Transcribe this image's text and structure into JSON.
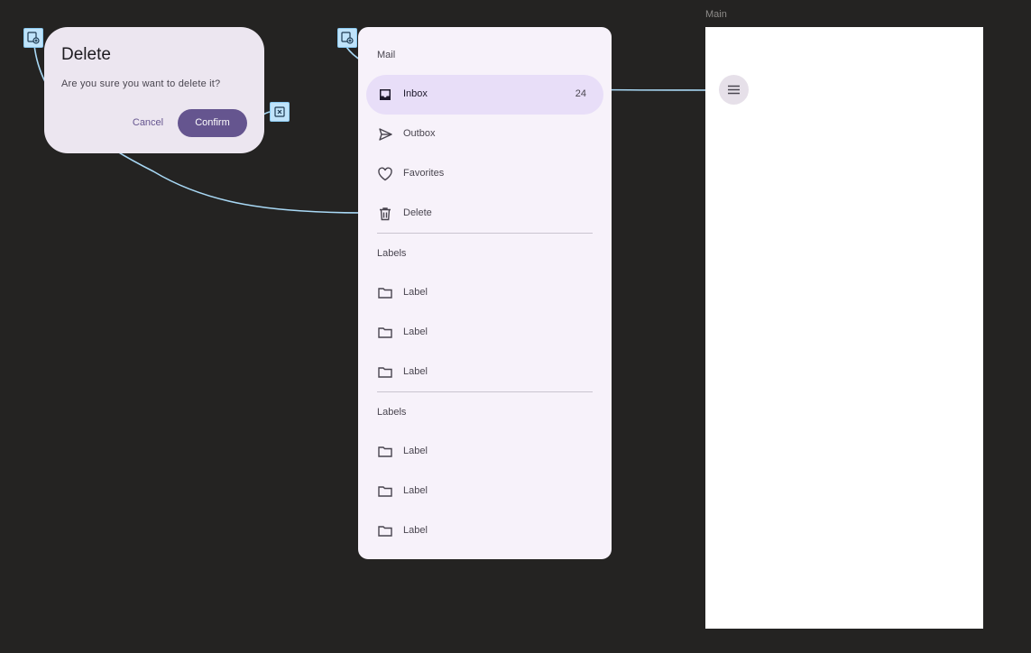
{
  "dialog": {
    "title": "Delete",
    "text": "Are you sure you want to delete it?",
    "cancel_label": "Cancel",
    "confirm_label": "Confirm"
  },
  "drawer": {
    "header": "Mail",
    "items": [
      {
        "label": "Inbox",
        "icon": "inbox-icon",
        "badge": "24",
        "active": true
      },
      {
        "label": "Outbox",
        "icon": "send-icon"
      },
      {
        "label": "Favorites",
        "icon": "heart-icon"
      },
      {
        "label": "Delete",
        "icon": "trash-icon"
      }
    ],
    "sections": [
      {
        "header": "Labels",
        "items": [
          "Label",
          "Label",
          "Label"
        ],
        "icon": "folder-icon"
      },
      {
        "header": "Labels",
        "items": [
          "Label",
          "Label",
          "Label"
        ],
        "icon": "folder-icon"
      }
    ]
  },
  "main": {
    "frame_label": "Main",
    "menu_icon": "menu-icon"
  },
  "colors": {
    "canvas": "#242322",
    "surface": "#F7F2FA",
    "dialog_surface": "#ECE6F0",
    "primary": "#65558F",
    "active_indicator": "#E8DEF8",
    "wire": "#A8D8F5"
  }
}
